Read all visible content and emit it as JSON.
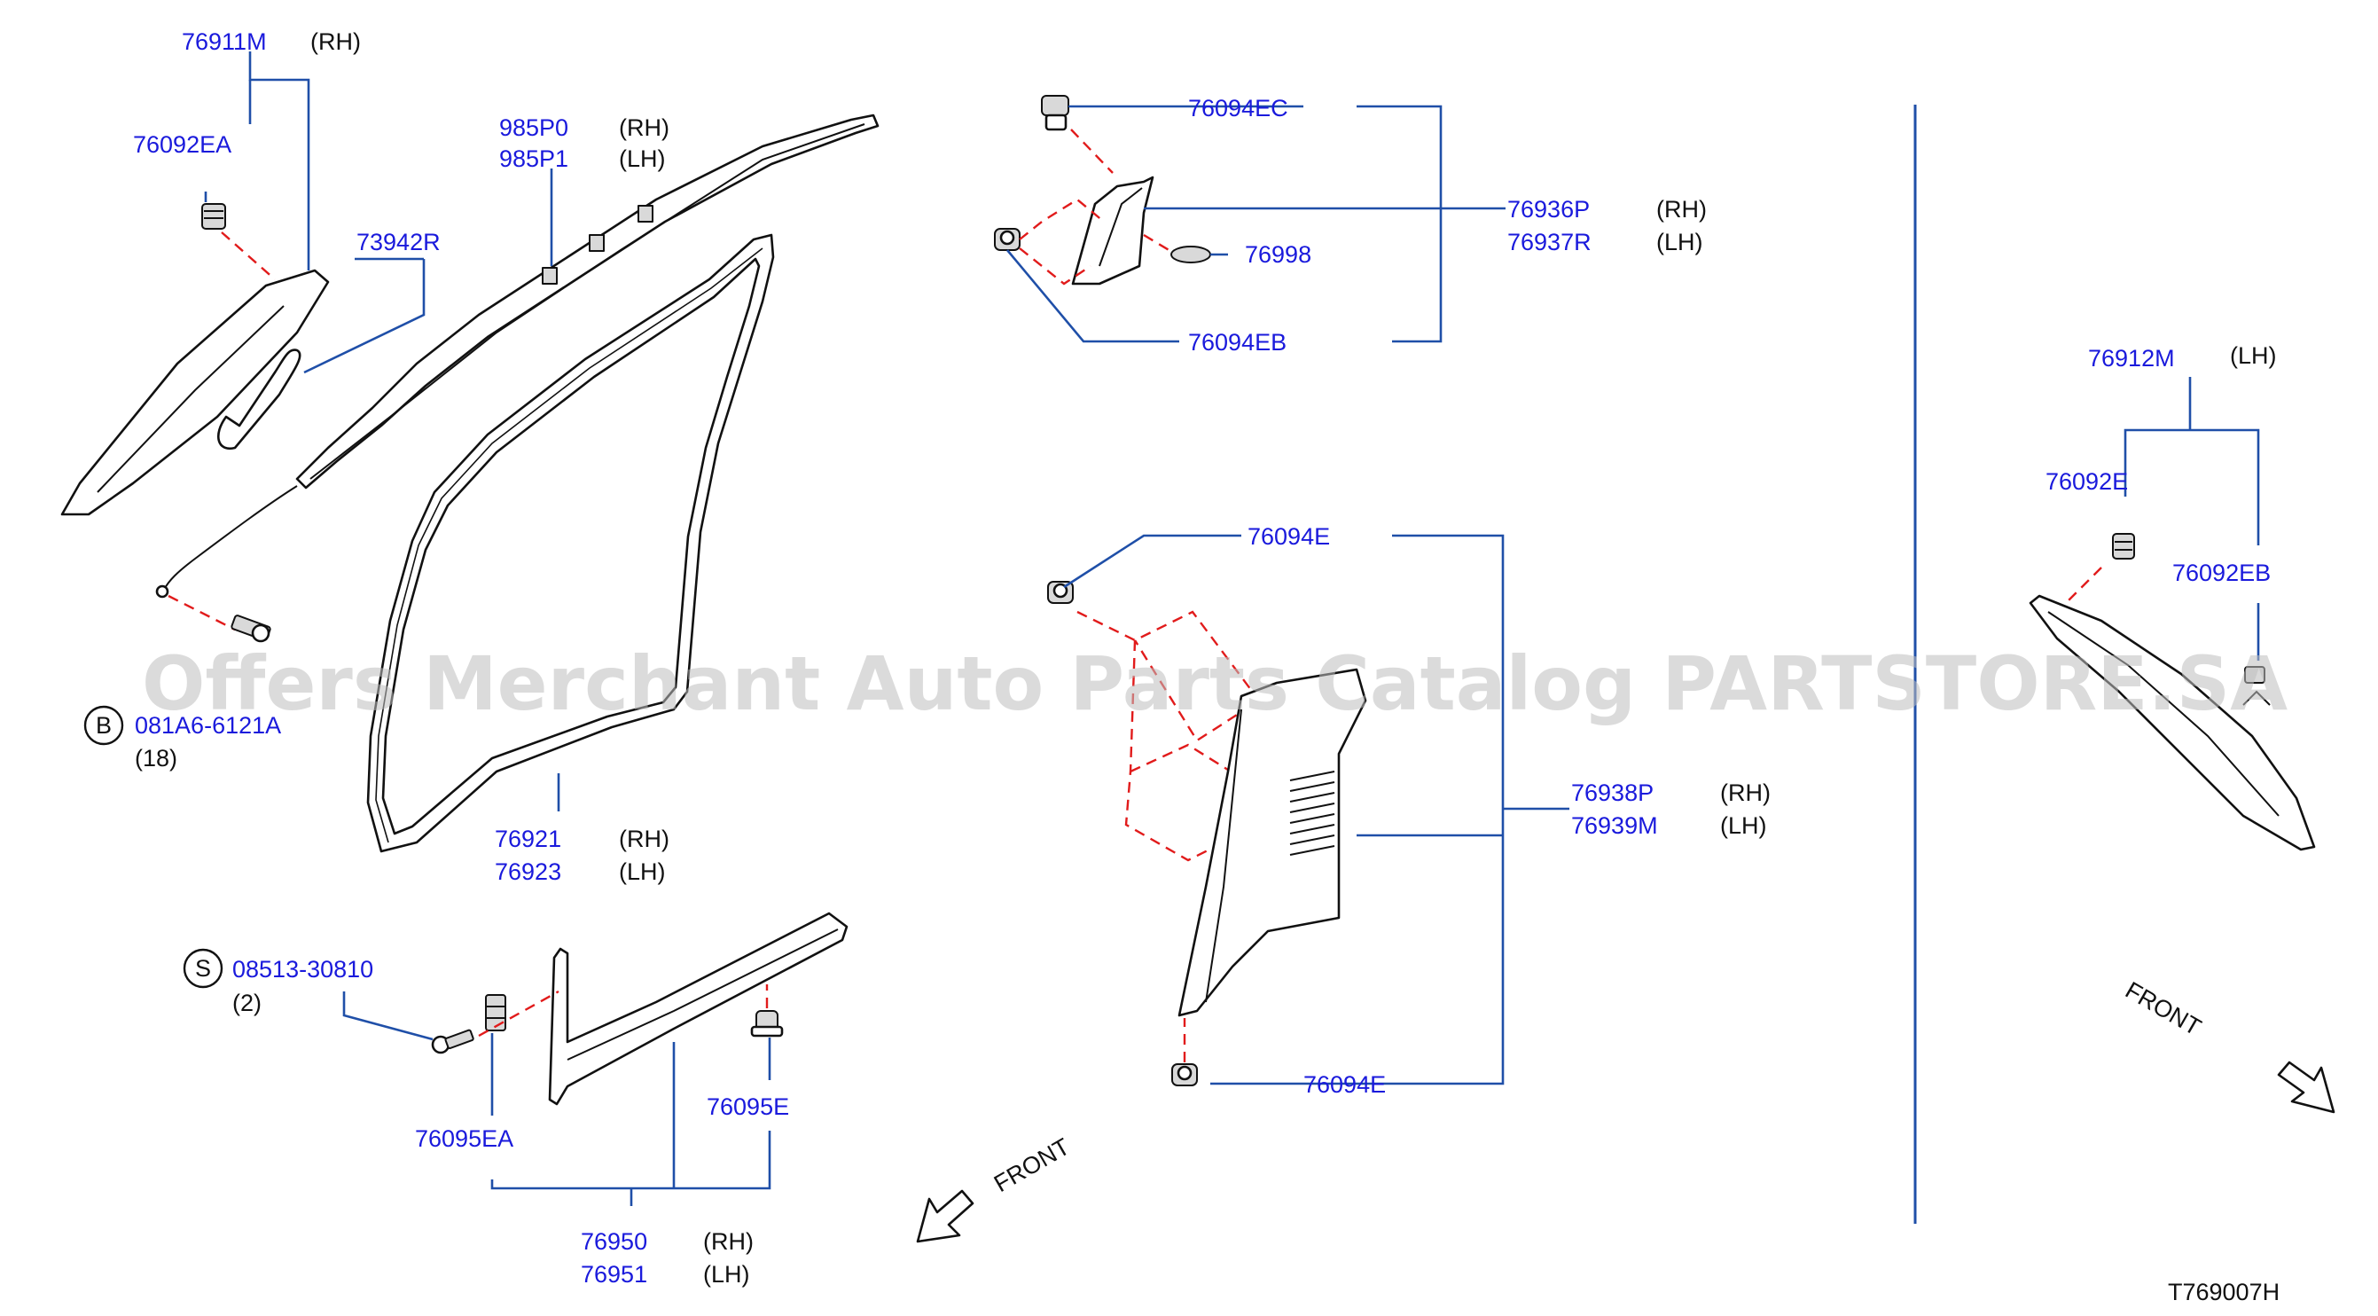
{
  "watermark": "Offers Merchant Auto Parts Catalog PARTSTORE.SA",
  "diagram_code": "T769007H",
  "front_labels": {
    "left": "FRONT",
    "right": "FRONT"
  },
  "callouts": {
    "a_pillar_assembly": {
      "number": "76911M",
      "side": "(RH)"
    },
    "a_pillar_clip": {
      "number": "76092EA"
    },
    "assist_grip": {
      "number": "73942R"
    },
    "curtain_airbag": {
      "number_1": "985P0",
      "side_1": "(RH)",
      "number_2": "985P1",
      "side_2": "(LH)"
    },
    "bolt_b": {
      "symbol": "B",
      "number": "081A6-6121A",
      "qty": "(18)"
    },
    "door_weatherstrip": {
      "number_1": "76921",
      "side_1": "(RH)",
      "number_2": "76923",
      "side_2": "(LH)"
    },
    "screw_s": {
      "symbol": "S",
      "number": "08513-30810",
      "qty": "(2)"
    },
    "kicking_plate_clip_a": {
      "number": "76095EA"
    },
    "kicking_plate_clip": {
      "number": "76095E"
    },
    "kicking_plate": {
      "number_1": "76950",
      "side_1": "(RH)",
      "number_2": "76951",
      "side_2": "(LH)"
    },
    "upper_clip_ec": {
      "number": "76094EC"
    },
    "upper_trim": {
      "number_1": "76936P",
      "side_1": "(RH)",
      "number_2": "76937R",
      "side_2": "(LH)"
    },
    "seal_cap": {
      "number": "76998"
    },
    "upper_clip_eb": {
      "number": "76094EB"
    },
    "lower_clip_top": {
      "number": "76094E"
    },
    "lower_trim": {
      "number_1": "76938P",
      "side_1": "(RH)",
      "number_2": "76939M",
      "side_2": "(LH)"
    },
    "lower_clip_bottom": {
      "number": "76094E"
    },
    "lh_pillar_assembly": {
      "number": "76912M",
      "side": "(LH)"
    },
    "lh_pillar_clip": {
      "number": "76092E"
    },
    "lh_pillar_clip_b": {
      "number": "76092EB"
    }
  }
}
